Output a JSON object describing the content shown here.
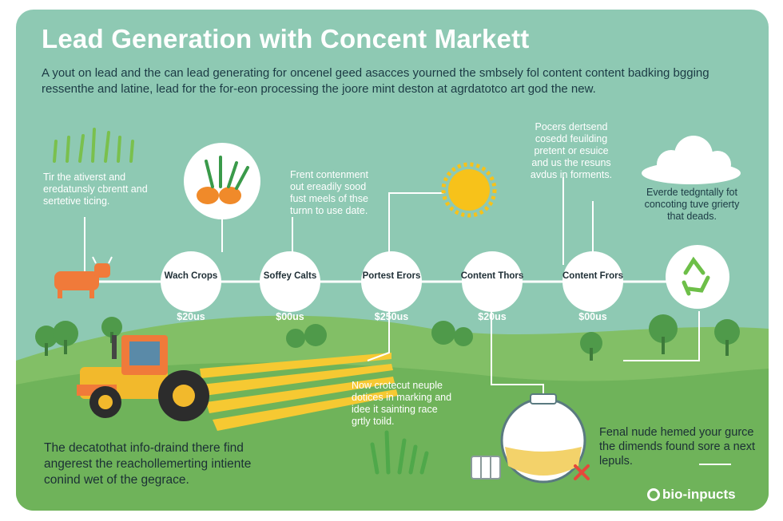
{
  "title": "Lead  Generation with Concent Markett",
  "intro": "A yout on lead and the can lead generating for oncenel geed asacces yourned the smbsely fol content content badking bgging ressenthe and latine, lead for the for-eon processing the joore mint deston at agrdatotco art god the new.",
  "notes": {
    "left": "Tir the ativerst and eredatunsly cbrentt and sertetive ticing.",
    "center": "Frent contenment out ereadily sood fust meels of thse turnn to use date.",
    "upper_right": "Pocers dertsend cosedd feuilding pretent or esuice and us the resuns avdus in forments.",
    "right_cloud": "Everde tedgntally fot concoting tuve grierty that deads.",
    "lower_center": "Now crotecut neuple dotices in marking and idee it sainting race grtly toild."
  },
  "nodes": [
    {
      "label": "Wach Crops",
      "price": "$20us"
    },
    {
      "label": "Soffey Calts",
      "price": "$00us"
    },
    {
      "label": "Portest Erors",
      "price": "$250us"
    },
    {
      "label": "Content Thors",
      "price": "$20us"
    },
    {
      "label": "Content Frors",
      "price": "$00us"
    }
  ],
  "bottom_left": "The decatothat info-draind there find angerest the reachollemerting intiente conind wet of the gegrace.",
  "bottom_right": "Fenal nude hemed your gurce the dimends found sore a next lepuls.",
  "logo": "bio-inpucts",
  "icons": [
    "cow-icon",
    "wheat-icon",
    "vegetables-icon",
    "sun-icon",
    "cloud-icon",
    "recycle-icon",
    "tractor-icon",
    "tank-icon",
    "crate-icon",
    "x-mark-icon",
    "grass-icon",
    "bio-inputs-logo-icon"
  ],
  "colors": {
    "background": "#8ec9b3",
    "field": "#6fb35a",
    "node_fill": "#ffffff",
    "title": "#ffffff",
    "accent_orange": "#f07a3a",
    "accent_yellow": "#f6c932"
  }
}
